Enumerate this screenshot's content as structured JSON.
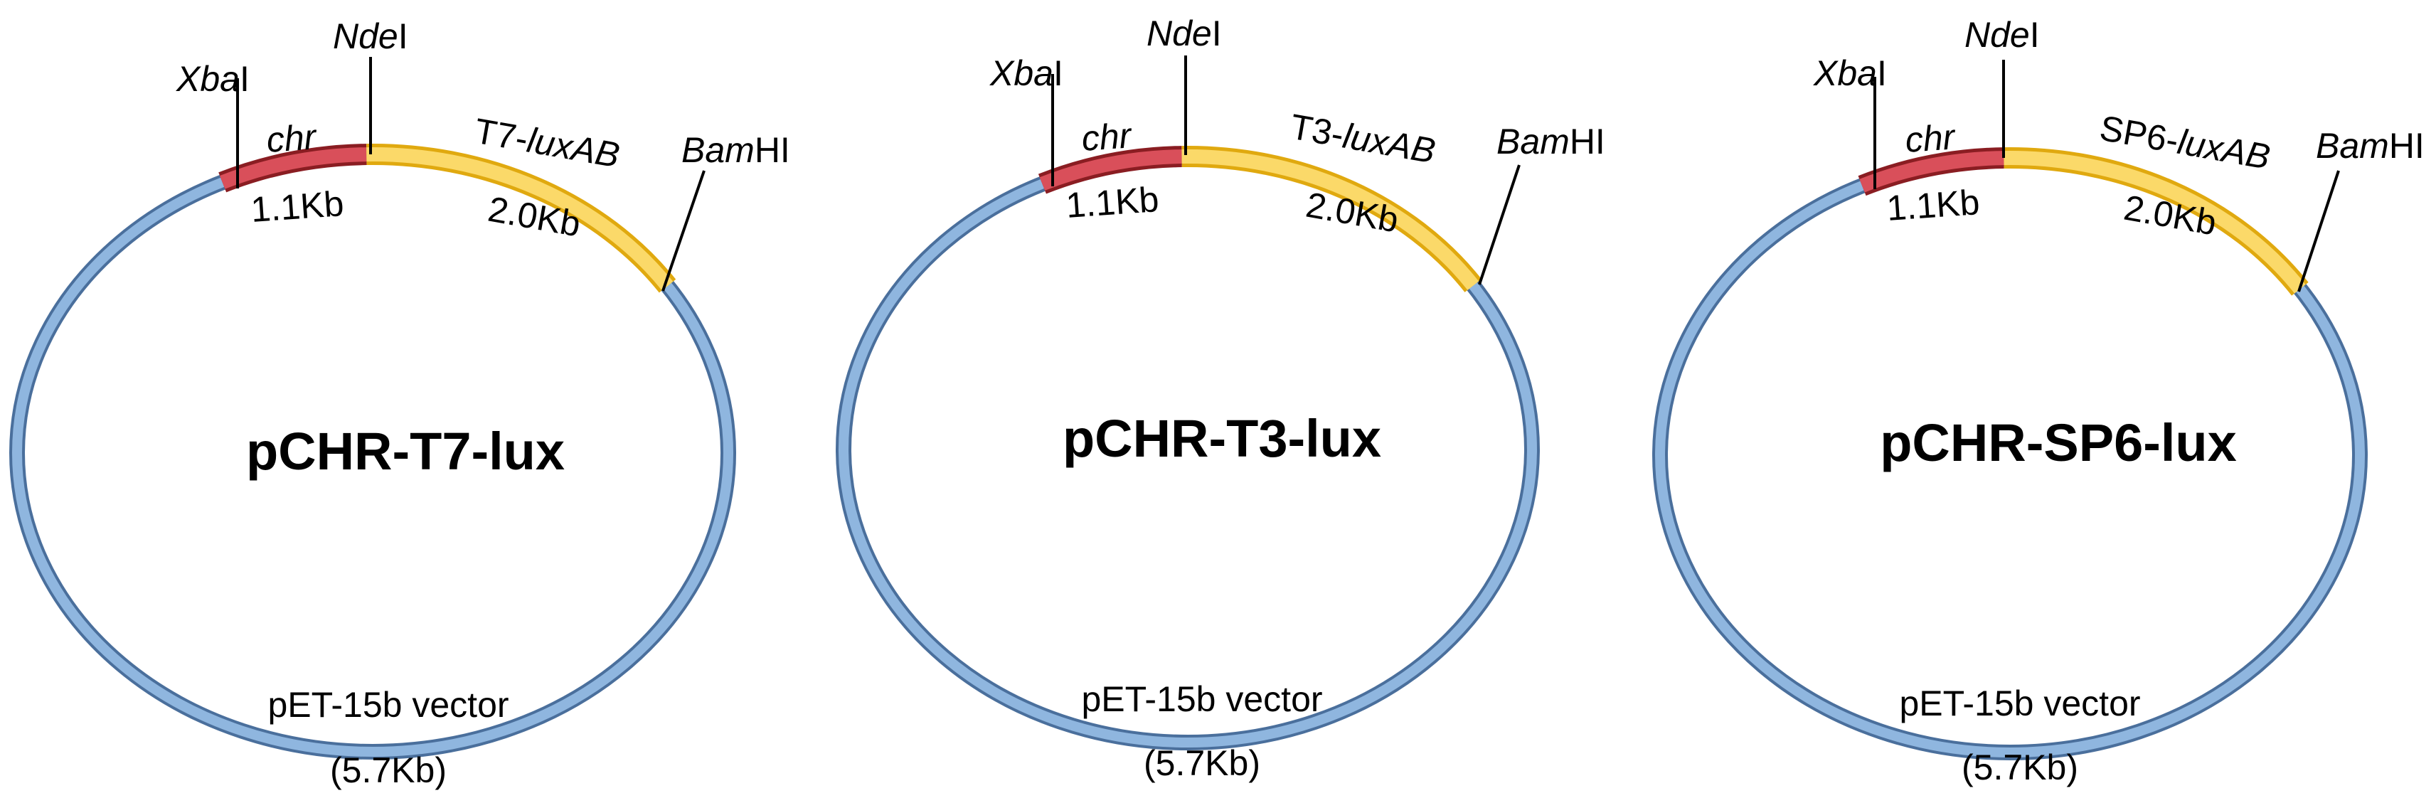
{
  "plasmids": [
    {
      "name": "pCHR-T7-lux",
      "site_left": "Xba",
      "site_left_suffix": "I",
      "site_mid": "Nde",
      "site_mid_suffix": "I",
      "site_right": "Bam",
      "site_right_suffix": "HI",
      "chr_label": "chr",
      "chr_size": "1.1Kb",
      "insert_prefix": "T7-",
      "insert_gene": "luxAB",
      "insert_size": "2.0Kb",
      "vector_label": "pET-15b vector",
      "vector_size": "(5.7Kb)"
    },
    {
      "name": "pCHR-T3-lux",
      "site_left": "Xba",
      "site_left_suffix": "I",
      "site_mid": "Nde",
      "site_mid_suffix": "I",
      "site_right": "Bam",
      "site_right_suffix": "HI",
      "chr_label": "chr",
      "chr_size": "1.1Kb",
      "insert_prefix": "T3-",
      "insert_gene": "luxAB",
      "insert_size": "2.0Kb",
      "vector_label": "pET-15b vector",
      "vector_size": "(5.7Kb)"
    },
    {
      "name": "pCHR-SP6-lux",
      "site_left": "Xba",
      "site_left_suffix": "I",
      "site_mid": "Nde",
      "site_mid_suffix": "I",
      "site_right": "Bam",
      "site_right_suffix": "HI",
      "chr_label": "chr",
      "chr_size": "1.1Kb",
      "insert_prefix": "SP6-",
      "insert_gene": "luxAB",
      "insert_size": "2.0Kb",
      "vector_label": "pET-15b vector",
      "vector_size": "(5.7Kb)"
    }
  ],
  "colors": {
    "backbone": "#4a6f9c",
    "backbone_highlight": "#8fb6df",
    "chr_segment": "#d94f5a",
    "lux_segment": "#fbd969"
  }
}
